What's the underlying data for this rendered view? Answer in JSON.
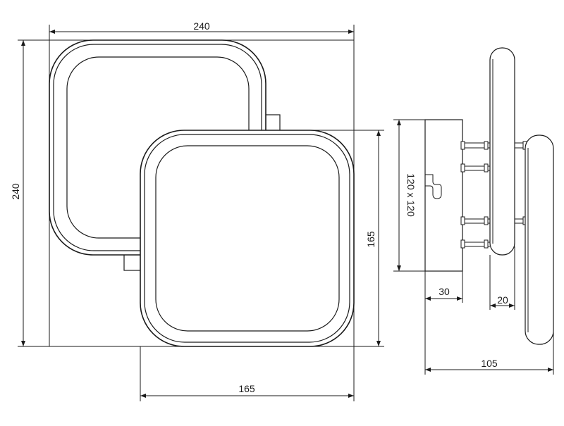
{
  "front_view": {
    "top_width": "240",
    "left_height": "240",
    "right_height": "165",
    "bottom_width": "165"
  },
  "side_view": {
    "mount_size": "120 x 120",
    "plate_depth": "30",
    "ring_depth": "20",
    "total_depth": "105"
  },
  "colors": {
    "line": "#1a1a1a",
    "background": "#ffffff"
  }
}
